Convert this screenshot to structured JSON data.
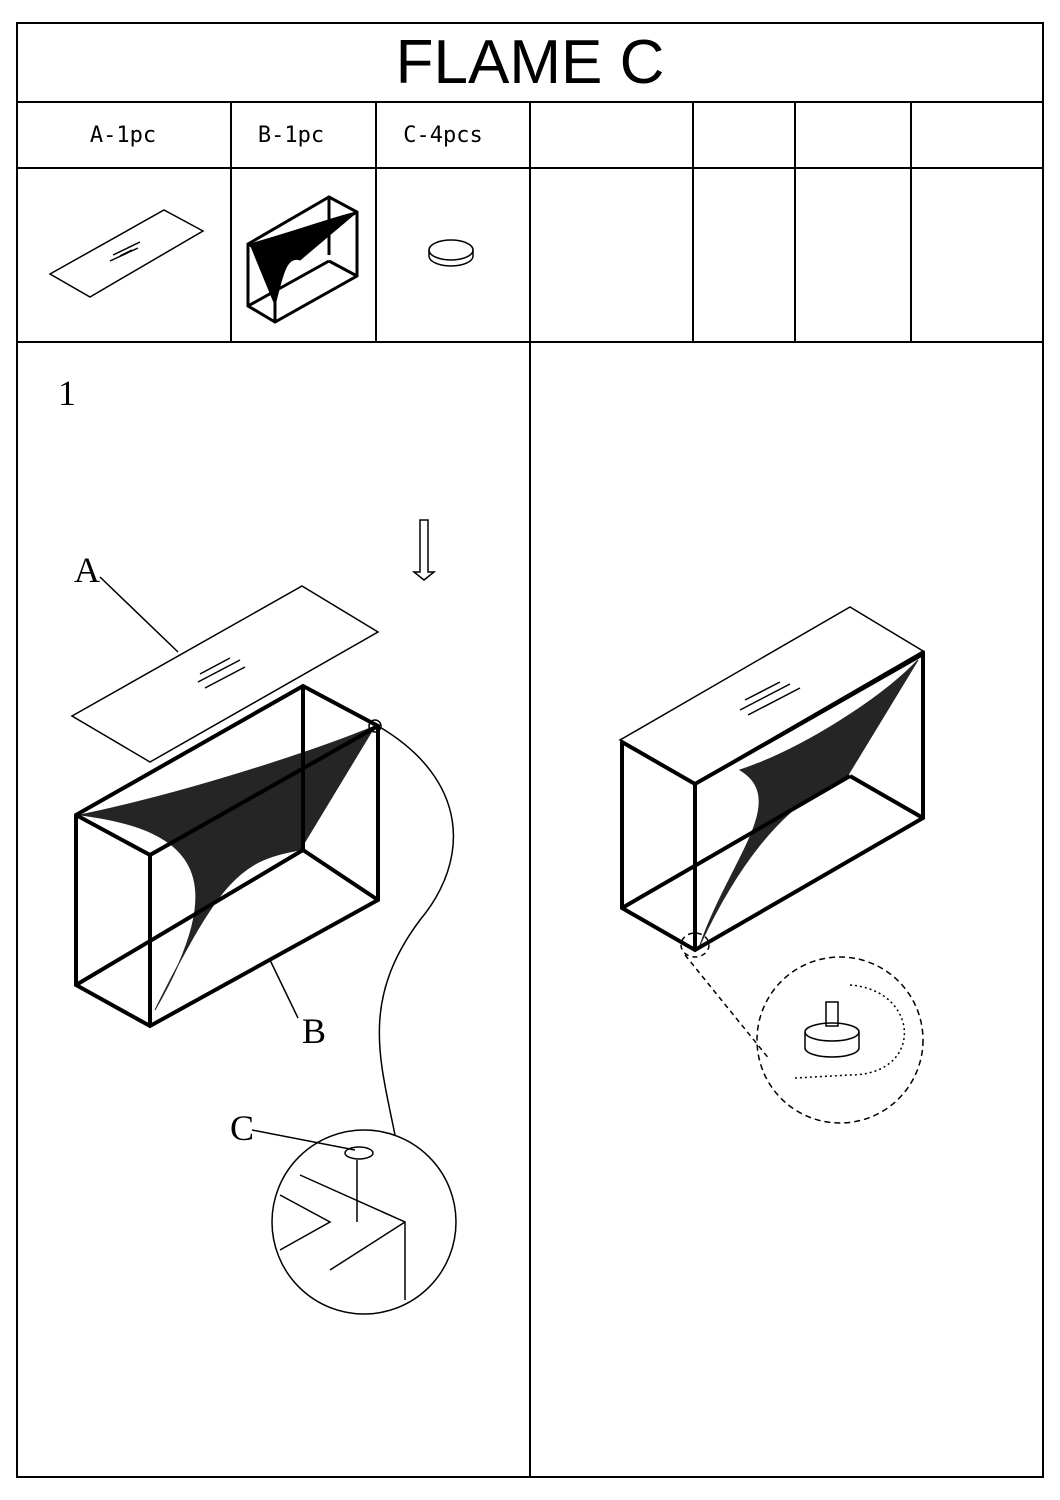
{
  "title": "FLAME C",
  "parts": [
    {
      "label": "A-1pc",
      "icon": "glass-top-icon"
    },
    {
      "label": "B-1pc",
      "icon": "frame-icon"
    },
    {
      "label": "C-4pcs",
      "icon": "pad-icon"
    }
  ],
  "step": {
    "number": "1",
    "callouts": {
      "a": "A",
      "b": "B",
      "c": "C"
    }
  }
}
